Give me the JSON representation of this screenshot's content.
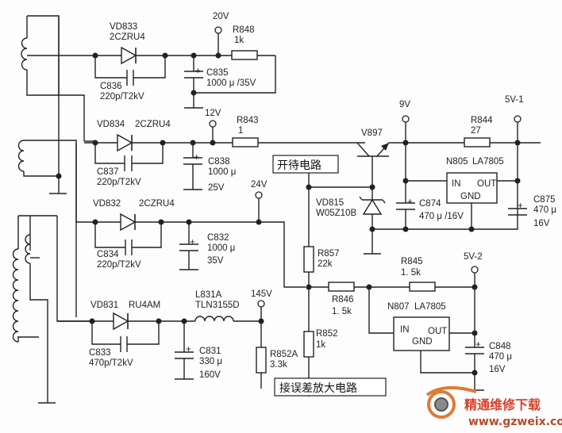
{
  "diagram": {
    "type": "circuit-schematic",
    "rails": [
      {
        "id": "rail-20v",
        "terminal": "20V",
        "diode": {
          "ref": "VD833",
          "part": "2CZRU4"
        },
        "snubber": {
          "ref": "C836",
          "value": "220p/T2kV"
        },
        "filter_cap": {
          "ref": "C835",
          "value": "1000 μ /35V"
        },
        "resistor": {
          "ref": "R848",
          "value": "1k"
        }
      },
      {
        "id": "rail-12v",
        "terminal": "12V",
        "diode": {
          "ref": "VD834",
          "part": "2CZRU4"
        },
        "snubber": {
          "ref": "C837",
          "value": "220p/T2kV"
        },
        "filter_cap": {
          "ref": "C838",
          "value1": "1000 μ",
          "value2": "25V"
        },
        "resistor": {
          "ref": "R843",
          "value": "1"
        }
      },
      {
        "id": "rail-24v",
        "terminal": "24V",
        "diode": {
          "ref": "VD832",
          "part": "2CZRU4"
        },
        "snubber": {
          "ref": "C834",
          "value": "220p/T2kV"
        },
        "filter_cap": {
          "ref": "C832",
          "value1": "1000 μ",
          "value2": "35V"
        }
      },
      {
        "id": "rail-145v",
        "terminal": "145V",
        "diode": {
          "ref": "VD831",
          "part": "RU4AM"
        },
        "snubber": {
          "ref": "C833",
          "value": "470p/T2kV"
        },
        "filter_cap": {
          "ref": "C831",
          "value1": "330 μ",
          "value2": "160V"
        },
        "inductor": {
          "ref": "L831A",
          "part": "TLN3155D"
        },
        "resistor": {
          "ref": "R852A",
          "value": "3.3k"
        }
      }
    ],
    "standby": {
      "box_label": "开待电路",
      "transistor": {
        "ref": "V897"
      },
      "zener": {
        "ref": "VD815",
        "part": "W05Z10B"
      },
      "terminal_9v": "9V",
      "terminal_5v1": "5V-1",
      "r844": {
        "ref": "R844",
        "value": "27"
      },
      "regulator": {
        "ref": "N805",
        "part": "LA7805",
        "in": "IN",
        "out": "OUT",
        "gnd": "GND"
      },
      "c874": {
        "ref": "C874",
        "value": "470 μ /16V"
      },
      "c875": {
        "ref": "C875",
        "value1": "470 μ",
        "value2": "16V"
      }
    },
    "secondary": {
      "r857": {
        "ref": "R857",
        "value": "22k"
      },
      "r846": {
        "ref": "R846",
        "value": "1. 5k"
      },
      "r845": {
        "ref": "R845",
        "value": "1. 5k"
      },
      "r852": {
        "ref": "R852",
        "value": "1k"
      },
      "terminal_5v2": "5V-2",
      "regulator": {
        "ref": "N807",
        "part": "LA7805",
        "in": "IN",
        "out": "OUT",
        "gnd": "GND"
      },
      "c848": {
        "ref": "C848",
        "value1": "470 μ",
        "value2": "16V"
      },
      "error_amp_box": "接误差放大电路"
    },
    "watermark": {
      "title": "精通维修下载",
      "url": "www.gzweix.com",
      "title_color": "#d8402a",
      "url_color": "#b84a2a",
      "logo_color": "#e07a35"
    }
  }
}
